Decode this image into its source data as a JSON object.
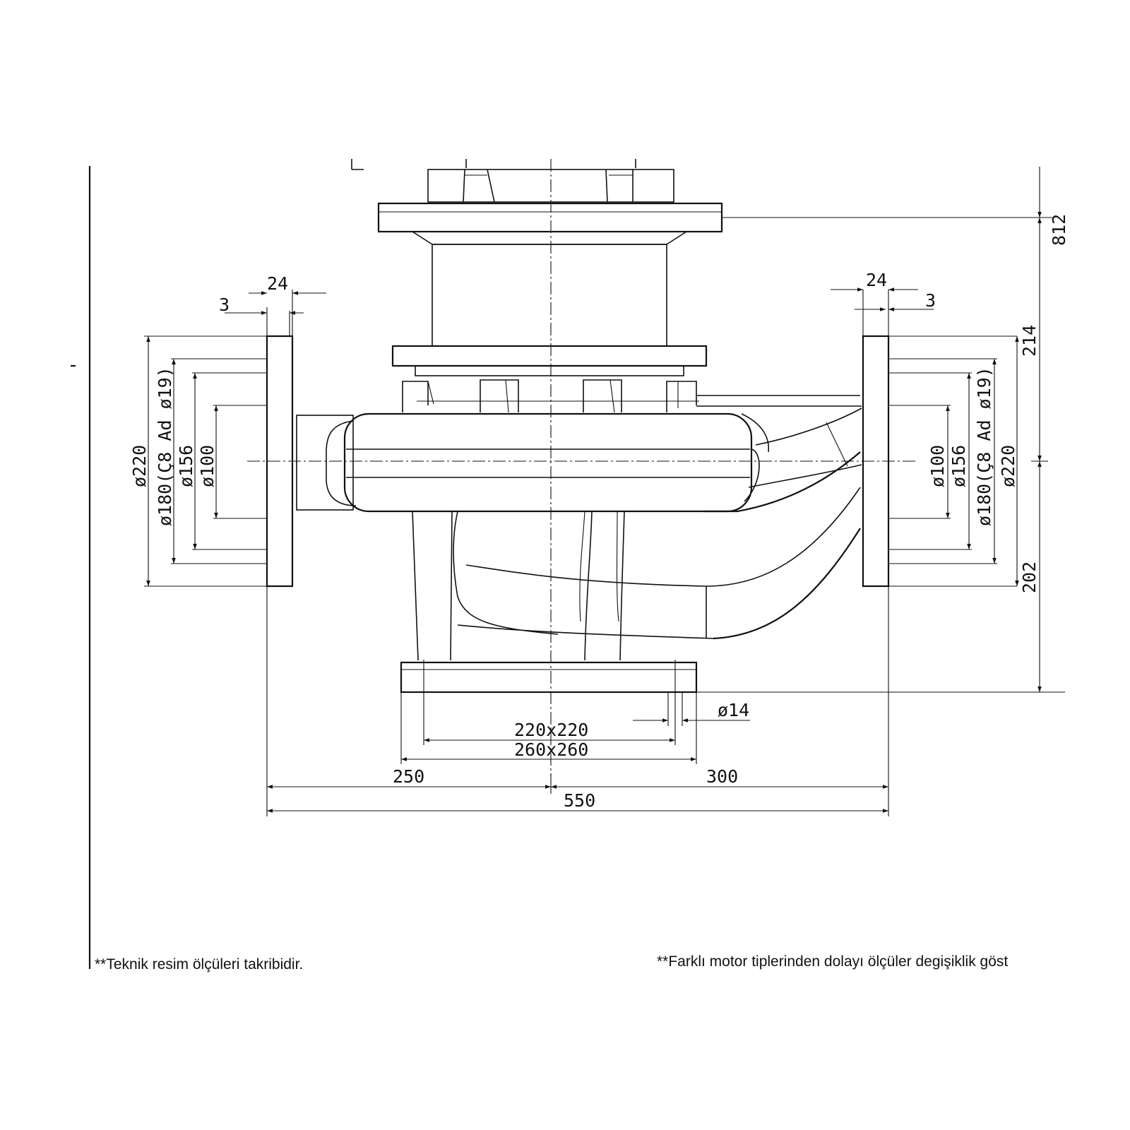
{
  "dimensions": {
    "flange_thickness": "24",
    "raised_face": "3",
    "flange_od": "ø220",
    "bolt_circle": "ø180(Ç8 Ad ø19)",
    "raised_face_d": "ø156",
    "bore": "ø100",
    "height_upper": "214",
    "height_lower": "202",
    "top_partial": "812",
    "foot_hole": "ø14",
    "foot_inner": "220x220",
    "foot_outer": "260x260",
    "left_offset": "250",
    "right_offset": "300",
    "overall_length": "550"
  },
  "notes": {
    "left": "**Teknik resim ölçüleri takribidir.",
    "right": "**Farklı motor tiplerinden dolayı ölçüler degişiklik göst"
  }
}
